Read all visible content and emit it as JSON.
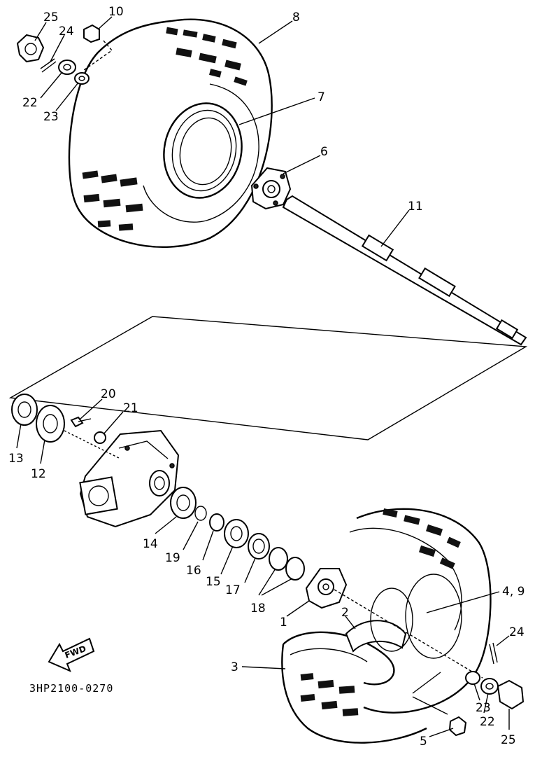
{
  "diagram": {
    "drawing_code": "3HP2100-0270",
    "fwd_label": "FWD",
    "callouts": [
      {
        "id": "c25a",
        "text": "25"
      },
      {
        "id": "c10",
        "text": "10"
      },
      {
        "id": "c24a",
        "text": "24"
      },
      {
        "id": "c8",
        "text": "8"
      },
      {
        "id": "c22a",
        "text": "22"
      },
      {
        "id": "c23a",
        "text": "23"
      },
      {
        "id": "c7",
        "text": "7"
      },
      {
        "id": "c6",
        "text": "6"
      },
      {
        "id": "c11",
        "text": "11"
      },
      {
        "id": "c20",
        "text": "20"
      },
      {
        "id": "c21",
        "text": "21"
      },
      {
        "id": "c13",
        "text": "13"
      },
      {
        "id": "c12",
        "text": "12"
      },
      {
        "id": "c14",
        "text": "14"
      },
      {
        "id": "c19",
        "text": "19"
      },
      {
        "id": "c16",
        "text": "16"
      },
      {
        "id": "c15",
        "text": "15"
      },
      {
        "id": "c17",
        "text": "17"
      },
      {
        "id": "c18",
        "text": "18"
      },
      {
        "id": "c1",
        "text": "1"
      },
      {
        "id": "c2",
        "text": "2"
      },
      {
        "id": "c49",
        "text": "4, 9"
      },
      {
        "id": "c24b",
        "text": "24"
      },
      {
        "id": "c3",
        "text": "3"
      },
      {
        "id": "c23b",
        "text": "23"
      },
      {
        "id": "c22b",
        "text": "22"
      },
      {
        "id": "c25b",
        "text": "25"
      },
      {
        "id": "c5",
        "text": "5"
      }
    ]
  }
}
